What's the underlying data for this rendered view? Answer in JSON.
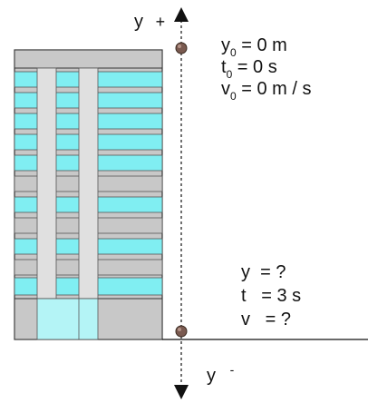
{
  "axis": {
    "label_top_var": "y",
    "label_top_sign": "+",
    "label_bottom_var": "y",
    "label_bottom_sign": "-"
  },
  "initial": {
    "y": {
      "var": "y",
      "sub": "0",
      "rest": " = 0 m"
    },
    "t": {
      "var": "t",
      "sub": "0",
      "rest": " = 0 s"
    },
    "v": {
      "var": "v",
      "sub": "0",
      "rest": " = 0 m / s"
    }
  },
  "final": {
    "y": "y  = ?",
    "t": "t   = 3 s",
    "v": "v   = ?"
  },
  "colors": {
    "building_gray": "#c8c8c8",
    "window_cyan": "#80eef2",
    "pillar_light": "#e0e0e0",
    "door_cyan": "#b4f4f6",
    "outline": "#333333",
    "marker": "#7a5a50",
    "axis": "#111111"
  }
}
